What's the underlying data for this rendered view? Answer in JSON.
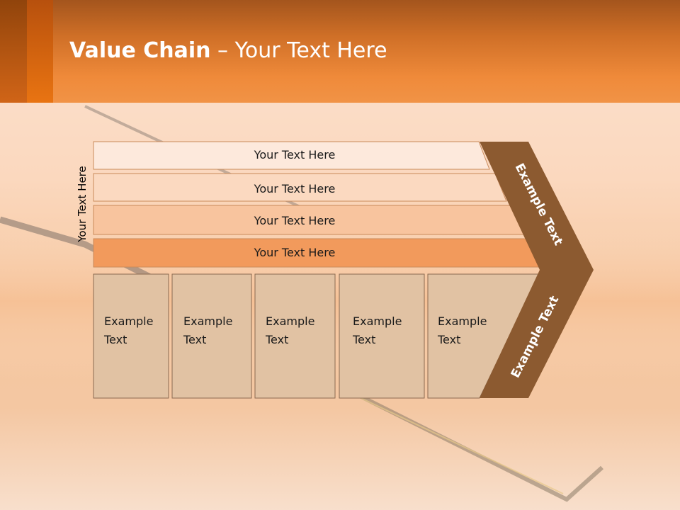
{
  "slide": {
    "title_bold": "Value Chain",
    "title_rest": " – Your Text Here",
    "side_label": "Your Text Here"
  },
  "support_rows": [
    {
      "label": "Your Text Here",
      "fill": "#fde9dc"
    },
    {
      "label": "Your Text Here",
      "fill": "#fbd9c0"
    },
    {
      "label": "Your Text Here",
      "fill": "#f8c49e"
    },
    {
      "label": "Your Text Here",
      "fill": "#f29a5c"
    }
  ],
  "primary_boxes": [
    {
      "line1": "Example",
      "line2": "Text"
    },
    {
      "line1": "Example",
      "line2": "Text"
    },
    {
      "line1": "Example",
      "line2": "Text"
    },
    {
      "line1": "Example",
      "line2": "Text"
    },
    {
      "line1": "Example",
      "line2": "Text"
    }
  ],
  "chevron": {
    "top_label": "Example Text",
    "bottom_label": "Example Text",
    "fill": "#8c5a30"
  },
  "colors": {
    "header_orange": "#ef8a3a",
    "box_fill": "#e1c2a3",
    "box_stroke": "#8b6a50"
  }
}
